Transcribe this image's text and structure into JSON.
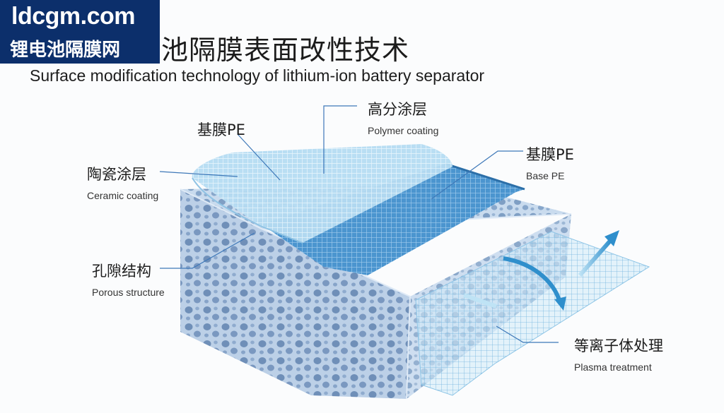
{
  "watermark": {
    "site": "ldcgm.com",
    "name": "锂电池隔膜网"
  },
  "title": {
    "cn": "池隔膜表面改性技术",
    "en": "Surface modification technology of lithium-ion battery separator"
  },
  "labels": {
    "base_pe_top": {
      "cn": "基膜PE"
    },
    "polymer": {
      "cn": "高分涂层",
      "en": "Polymer coating"
    },
    "base_pe_right": {
      "cn": "基膜PE",
      "en": "Base PE"
    },
    "ceramic": {
      "cn": "陶瓷涂层",
      "en": "Ceramic coating"
    },
    "porous": {
      "cn": "孔隙结构",
      "en": "Porous structure"
    },
    "plasma": {
      "cn": "等离子体处理",
      "en": "Plasma treatment"
    }
  },
  "colors": {
    "brand": "#0c2f6b",
    "block": "#c5d8ec",
    "pore": "#7f9fc4",
    "layer_light": "#a9d3ee",
    "layer_dark": "#3f8fcd",
    "arrow": "#3aa4d8"
  }
}
